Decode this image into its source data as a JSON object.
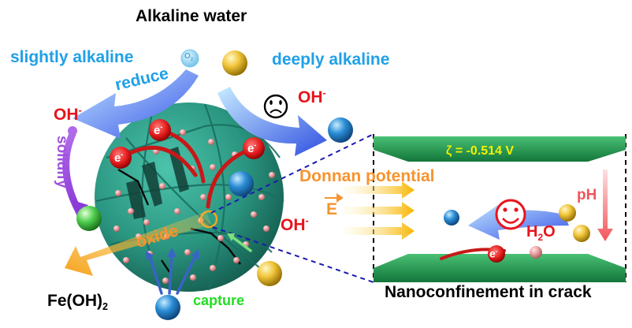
{
  "title": "Alkaline water",
  "labels": {
    "slightly_alkaline": "slightly alkaline",
    "deeply_alkaline": "deeply alkaline",
    "reduce": "reduce",
    "solidify": "solidify",
    "oxide": "oxide",
    "capture": "capture",
    "donnan_potential": "Donnan potential",
    "e_field": "E",
    "ph": "pH",
    "nanoconfinement": "Nanoconfinement in crack",
    "zeta": "ζ = -0.514 V",
    "o2": "O",
    "o2_sub": "2",
    "oh": "OH",
    "oh_sup": "-",
    "electron": "e",
    "electron_sup": "-",
    "fe_oh2": "Fe(OH)",
    "fe_oh2_sub": "2",
    "h2o_h": "H",
    "h2o_sub": "2",
    "h2o_o": "O"
  },
  "colors": {
    "sky_blue": "#1fa0e8",
    "red": "#e8141c",
    "purple": "#a050e0",
    "orange": "#f7932e",
    "green": "#22dd22",
    "sphere": "#2f9e8a",
    "plate": "#1f9a4a",
    "zeta_text": "#f2f200"
  }
}
